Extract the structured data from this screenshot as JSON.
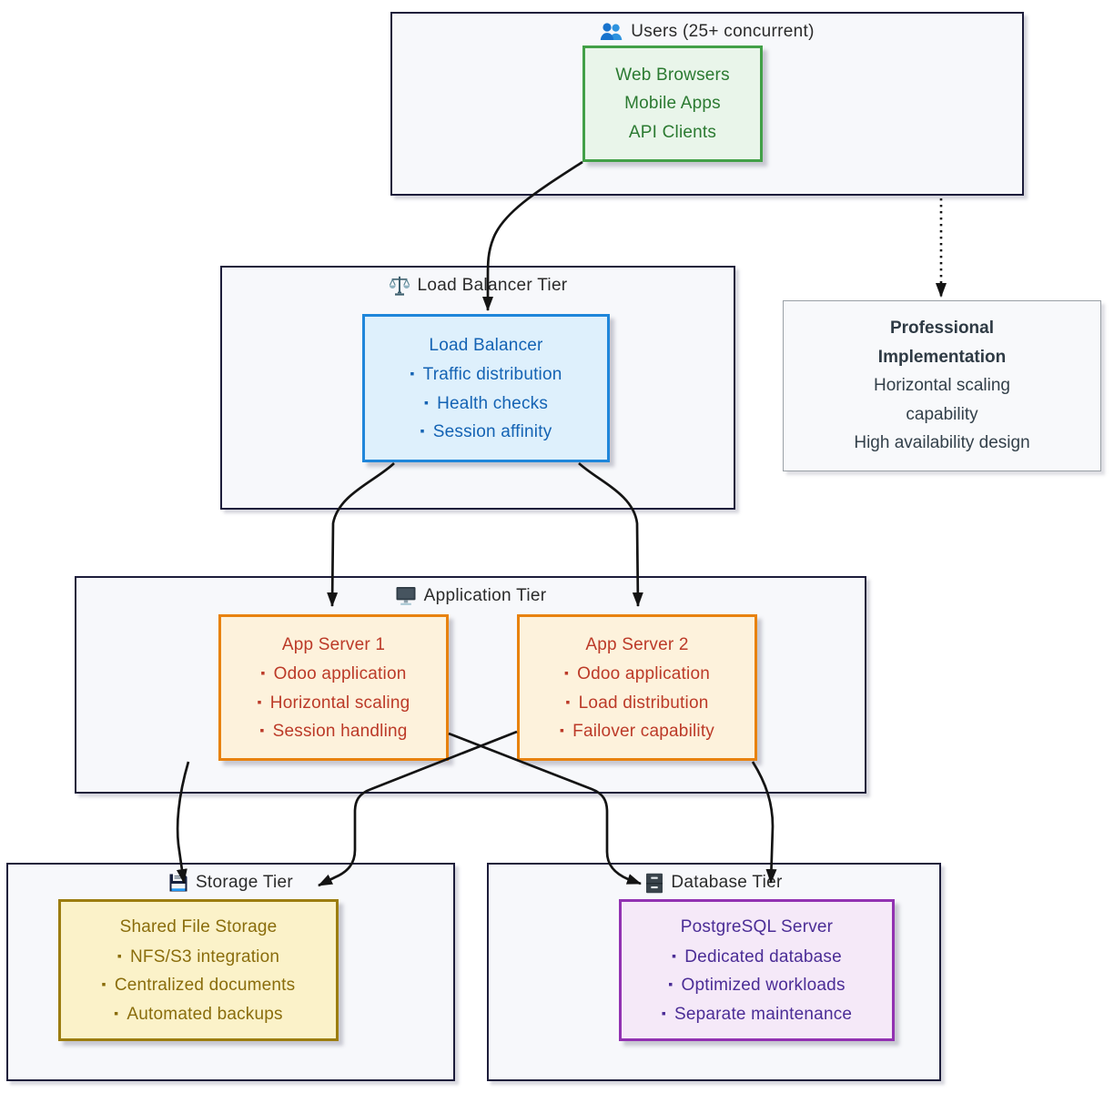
{
  "ui": {
    "bullet": "▪"
  },
  "tiers": {
    "users": {
      "title": "Users (25+ concurrent)",
      "icon": "users-icon"
    },
    "lb": {
      "title": "Load Balancer Tier",
      "icon": "scales-icon"
    },
    "app": {
      "title": "Application Tier",
      "icon": "monitor-icon"
    },
    "storage": {
      "title": "Storage Tier",
      "icon": "floppy-disk-icon"
    },
    "db": {
      "title": "Database Tier",
      "icon": "file-cabinet-icon"
    }
  },
  "nodes": {
    "clients": {
      "lines": [
        "Web Browsers",
        "Mobile Apps",
        "API Clients"
      ]
    },
    "lb": {
      "title": "Load Balancer",
      "bullets": [
        "Traffic distribution",
        "Health checks",
        "Session affinity"
      ]
    },
    "app1": {
      "title": "App Server 1",
      "bullets": [
        "Odoo application",
        "Horizontal scaling",
        "Session handling"
      ]
    },
    "app2": {
      "title": "App Server 2",
      "bullets": [
        "Odoo application",
        "Load distribution",
        "Failover capability"
      ]
    },
    "storage": {
      "title": "Shared File Storage",
      "bullets": [
        "NFS/S3 integration",
        "Centralized documents",
        "Automated backups"
      ]
    },
    "db": {
      "title": "PostgreSQL Server",
      "bullets": [
        "Dedicated database",
        "Optimized workloads",
        "Separate maintenance"
      ]
    }
  },
  "note": {
    "lines": [
      "Professional",
      "Implementation",
      "Horizontal scaling",
      "capability",
      "High availability design"
    ]
  },
  "colors": {
    "container_border": "#1d1d3b",
    "container_bg": "#f7f8fb",
    "green_border": "#42a047",
    "green_text": "#2b7a31",
    "green_bg": "#e9f5ea",
    "blue_border": "#1f86da",
    "blue_text": "#1463b4",
    "blue_bg": "#def0fc",
    "orange_border": "#e8820f",
    "orange_text": "#bc3a28",
    "orange_bg": "#fdf2dc",
    "yellow_border": "#9c7d10",
    "yellow_text": "#8a6d0c",
    "yellow_bg": "#fbf2c9",
    "purple_border": "#9232b2",
    "purple_text": "#4b2d96",
    "purple_bg": "#f5e9f8",
    "arrow": "#141414",
    "users_icon_blue": "#1873cd"
  }
}
